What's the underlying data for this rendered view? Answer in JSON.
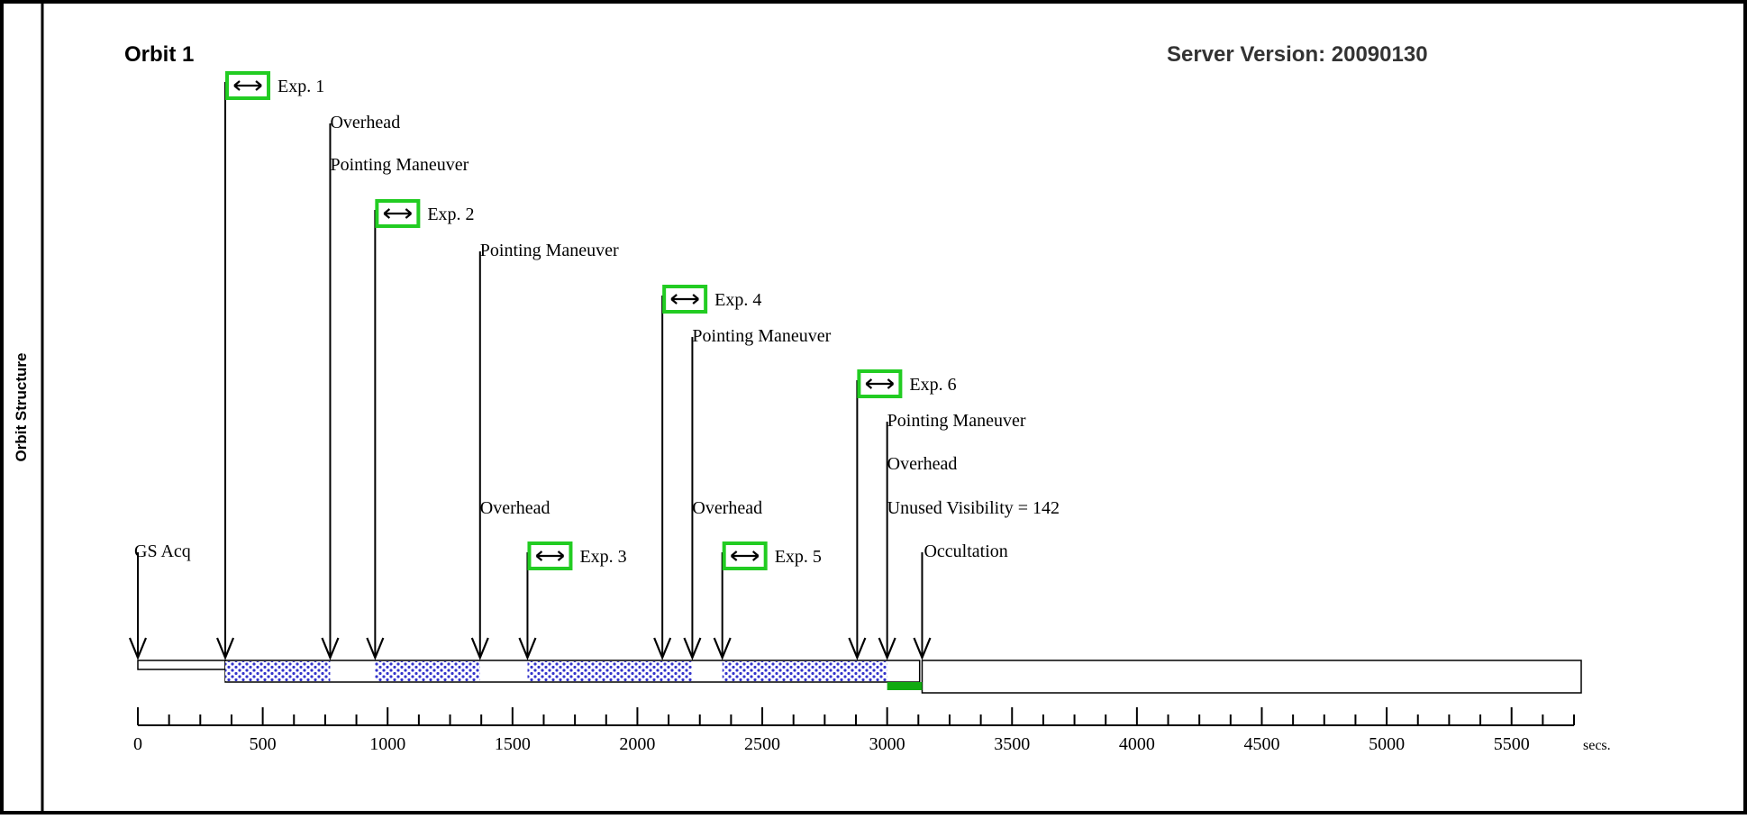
{
  "side_label": "Orbit Structure",
  "title": "Orbit 1",
  "server_version": "Server Version: 20090130",
  "unit_label": "secs.",
  "axis": {
    "min": 0,
    "max": 5750,
    "tick_labels": [
      "0",
      "500",
      "1000",
      "1500",
      "2000",
      "2500",
      "3000",
      "3500",
      "4000",
      "4500",
      "5000",
      "5500"
    ],
    "tick_values": [
      0,
      500,
      1000,
      1500,
      2000,
      2500,
      3000,
      3500,
      4000,
      4500,
      5000,
      5500
    ]
  },
  "colors": {
    "exposure_border": "#22cc22",
    "exposure_fill": "#3333cc",
    "unused_bar": "#11aa11",
    "line": "#000000"
  },
  "events": [
    {
      "label": "GS Acq",
      "t": 0,
      "level": "gs"
    },
    {
      "label": "Exp. 1",
      "t": 350,
      "level": "e1",
      "exposure": true
    },
    {
      "label": "Overhead",
      "t": 770,
      "level": "oh1"
    },
    {
      "label": "Pointing Maneuver",
      "t": 770,
      "level": "pm1",
      "label_only": true
    },
    {
      "label": "Exp. 2",
      "t": 950,
      "level": "e2",
      "exposure": true
    },
    {
      "label": "Pointing Maneuver",
      "t": 1370,
      "level": "pm2"
    },
    {
      "label": "Overhead",
      "t": 1370,
      "level": "oh2",
      "label_only": true
    },
    {
      "label": "Exp. 3",
      "t": 1560,
      "level": "e3",
      "exposure": true
    },
    {
      "label": "Exp. 4",
      "t": 2100,
      "level": "e4",
      "exposure": true
    },
    {
      "label": "Pointing Maneuver",
      "t": 2220,
      "level": "pm3"
    },
    {
      "label": "Overhead",
      "t": 2220,
      "level": "oh3",
      "label_only": true
    },
    {
      "label": "Exp. 5",
      "t": 2340,
      "level": "e5",
      "exposure": true
    },
    {
      "label": "Exp. 6",
      "t": 2880,
      "level": "e6",
      "exposure": true
    },
    {
      "label": "Pointing Maneuver",
      "t": 3000,
      "level": "pm4"
    },
    {
      "label": "Overhead",
      "t": 3000,
      "level": "oh4",
      "label_only": true
    },
    {
      "label": "Unused Visibility = 142",
      "t": 3000,
      "level": "uv",
      "label_only": true
    },
    {
      "label": "Occultation",
      "t": 3140,
      "level": "occ"
    }
  ],
  "exposures": [
    {
      "name": "Exp. 1",
      "start": 350,
      "end": 770
    },
    {
      "name": "Exp. 2",
      "start": 950,
      "end": 1370
    },
    {
      "name": "Exp. 3",
      "start": 1560,
      "end": 2100
    },
    {
      "name": "Exp. 4",
      "start": 2100,
      "end": 2220
    },
    {
      "name": "Exp. 5",
      "start": 2340,
      "end": 2880
    },
    {
      "name": "Exp. 6",
      "start": 2880,
      "end": 3000
    }
  ],
  "visibility_end": 3130,
  "unused_start": 3000,
  "unused_end": 3140,
  "occultation_end": 5750
}
